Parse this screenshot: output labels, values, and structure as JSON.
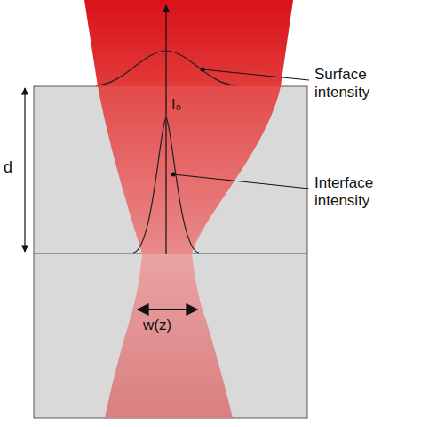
{
  "diagram": {
    "labels": [
      "Surface intensity",
      "Interface intensity",
      "d",
      "I₀",
      "w(z)"
    ]
  }
}
